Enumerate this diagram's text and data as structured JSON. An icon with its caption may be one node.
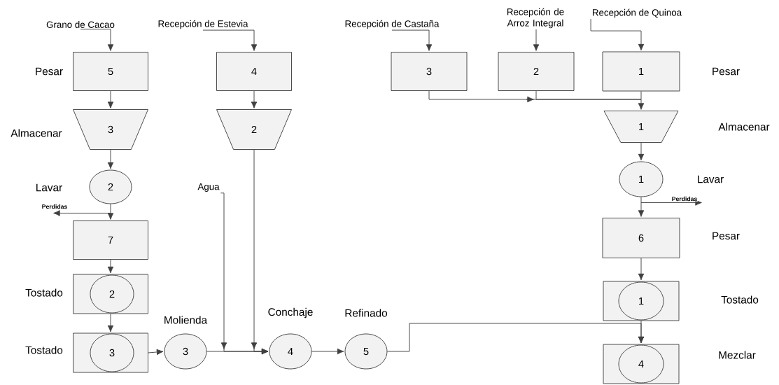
{
  "diagram": {
    "nodes": [
      {
        "text": [
          "Grano de Cacao"
        ]
      },
      {
        "text": [
          "5"
        ],
        "beside": [
          "Pesar"
        ]
      },
      {
        "text": [
          "3"
        ],
        "beside": [
          "Almacenar"
        ]
      },
      {
        "text": [
          "2"
        ],
        "beside": [
          "Lavar"
        ]
      },
      {
        "text": [
          "7"
        ]
      },
      {
        "text": [],
        "shape": "box",
        "beside": [
          "Tostado"
        ]
      },
      {
        "text": [
          "2"
        ],
        "in": 5
      },
      {
        "text": [],
        "shape": "box",
        "beside": [
          "Tostado"
        ]
      },
      {
        "text": [
          "3"
        ],
        "in": 7
      },
      {
        "text": [
          "3"
        ],
        "beside": [
          "Molienda"
        ]
      },
      {
        "text": [
          "Agua"
        ]
      },
      {
        "text": [
          "Recepción de Estevia"
        ]
      },
      {
        "text": [
          "4"
        ]
      },
      {
        "text": [
          "2"
        ]
      },
      {
        "text": [
          "4"
        ],
        "beside": [
          "Conchaje"
        ]
      },
      {
        "text": [
          "5"
        ],
        "beside": [
          "Refinado"
        ]
      },
      {
        "text": [
          "Recepción de Castaña"
        ]
      },
      {
        "text": [
          "3"
        ]
      },
      {
        "text": [
          "Recepción de Arroz Integral"
        ]
      },
      {
        "text": [
          "2"
        ]
      },
      {
        "text": [
          "Recepción de Quinoa"
        ]
      },
      {
        "text": [
          "1"
        ],
        "beside": [
          "Pesar"
        ]
      },
      {
        "text": [
          "1"
        ],
        "beside": [
          "Almacenar"
        ]
      },
      {
        "text": [
          "1"
        ],
        "beside": [
          "Lavar"
        ]
      },
      {
        "text": [
          "6"
        ],
        "beside": [
          "Pesar"
        ]
      },
      {
        "text": [],
        "shape": "box",
        "beside": [
          "Tostado"
        ]
      },
      {
        "text": [
          "1"
        ],
        "in": 25
      },
      {
        "text": [],
        "shape": "box",
        "beside": [
          "Mezclar"
        ]
      },
      {
        "text": [
          "4"
        ],
        "in": 27
      }
    ],
    "edges": [
      {
        "from": 0,
        "to": 1,
        "arrow": "to"
      },
      {
        "from": 1,
        "to": 2,
        "arrow": "to"
      },
      {
        "from": 2,
        "to": 3,
        "arrow": "to"
      },
      {
        "from": 3,
        "to": 4,
        "arrow": "to"
      },
      {
        "from": 3,
        "to": null,
        "arrow": "to",
        "label": "Perdidas"
      },
      {
        "from": 4,
        "to": 5,
        "arrow": "to"
      },
      {
        "from": 5,
        "to": 7,
        "arrow": "to"
      },
      {
        "from": 7,
        "to": 9,
        "arrow": "to"
      },
      {
        "from": 9,
        "to": 14,
        "arrow": "to"
      },
      {
        "from": 10,
        "to": 14,
        "arrow": "to"
      },
      {
        "from": 11,
        "to": 12,
        "arrow": "to"
      },
      {
        "from": 12,
        "to": 13,
        "arrow": "to"
      },
      {
        "from": 13,
        "to": 14,
        "arrow": "to"
      },
      {
        "from": 14,
        "to": 15,
        "arrow": "to"
      },
      {
        "from": 15,
        "to": 27,
        "arrow": "to"
      },
      {
        "from": 16,
        "to": 17,
        "arrow": "to"
      },
      {
        "from": 18,
        "to": 19,
        "arrow": "to"
      },
      {
        "from": 20,
        "to": 21,
        "arrow": "to"
      },
      {
        "from": 17,
        "to": 22,
        "arrow": "to"
      },
      {
        "from": 19,
        "to": 22,
        "arrow": "to"
      },
      {
        "from": 21,
        "to": 22,
        "arrow": "to"
      },
      {
        "from": 22,
        "to": 23,
        "arrow": "to"
      },
      {
        "from": 23,
        "to": null,
        "arrow": "to",
        "label": "Perdidas"
      },
      {
        "from": 23,
        "to": 24,
        "arrow": "to"
      },
      {
        "from": 24,
        "to": 25,
        "arrow": "to"
      },
      {
        "from": 25,
        "to": 27,
        "arrow": "to"
      }
    ]
  }
}
